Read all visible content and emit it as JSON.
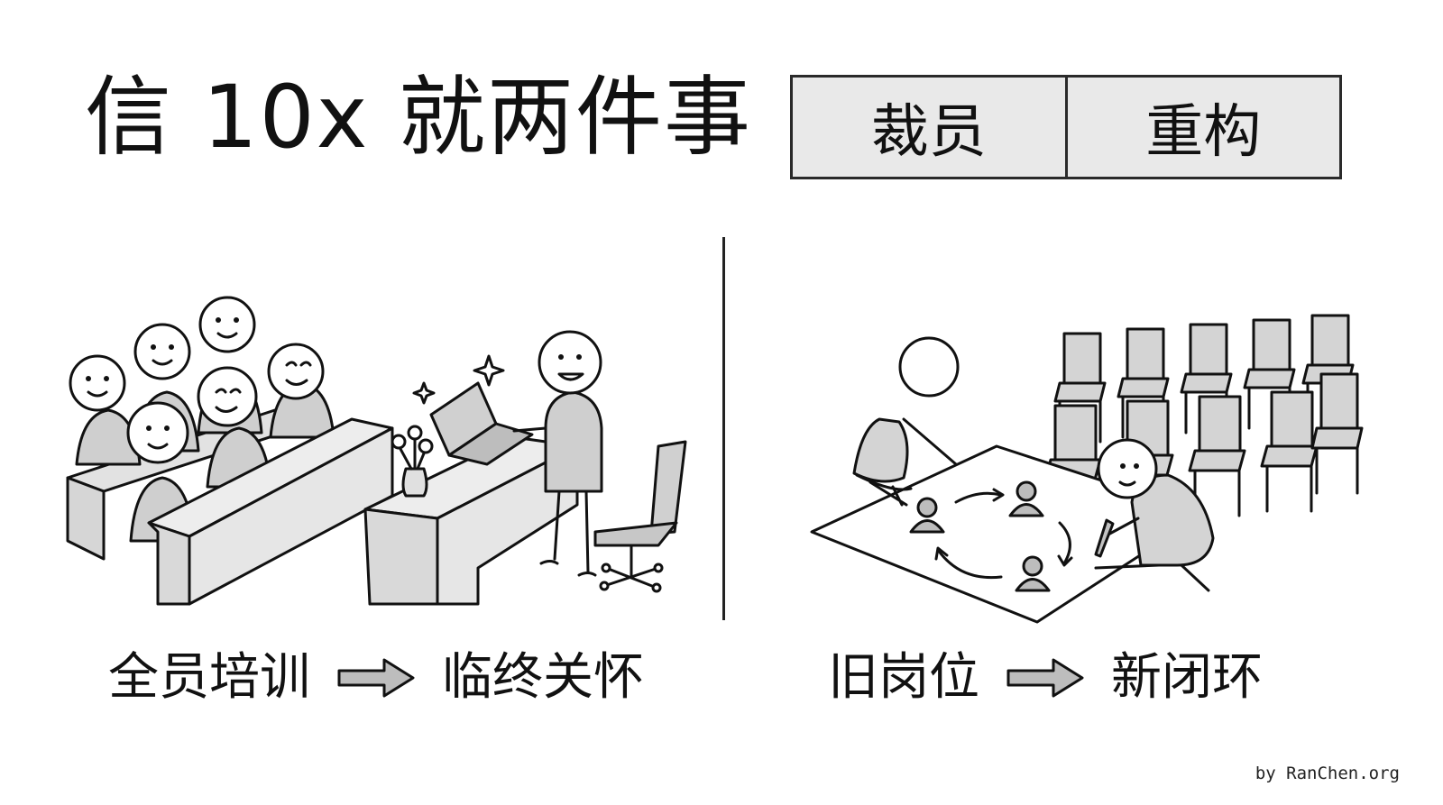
{
  "title": "信 10x 就两件事",
  "tags": [
    "裁员",
    "重构"
  ],
  "left_caption": {
    "from": "全员培训",
    "to": "临终关怀"
  },
  "right_caption": {
    "from": "旧岗位",
    "to": "新闭环"
  },
  "credit": "by RanChen.org",
  "icons": {
    "arrow": "right-arrow-icon"
  },
  "colors": {
    "ink": "#111111",
    "fill_gray": "#cfcfcf",
    "box_gray": "#e9e9e9"
  }
}
